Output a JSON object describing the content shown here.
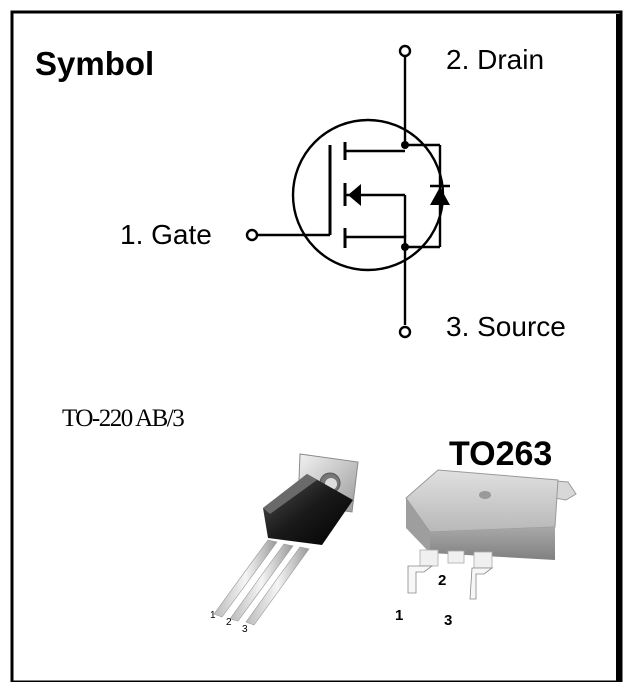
{
  "title": "Symbol",
  "pins": {
    "drain": "2. Drain",
    "gate": "1. Gate",
    "source": "3. Source"
  },
  "packages": {
    "to220": {
      "name": "TO-220 AB/3",
      "pin_labels": [
        "1",
        "2",
        "3"
      ]
    },
    "to263": {
      "name": "TO263",
      "pin_labels": [
        "1",
        "2",
        "3"
      ]
    }
  }
}
